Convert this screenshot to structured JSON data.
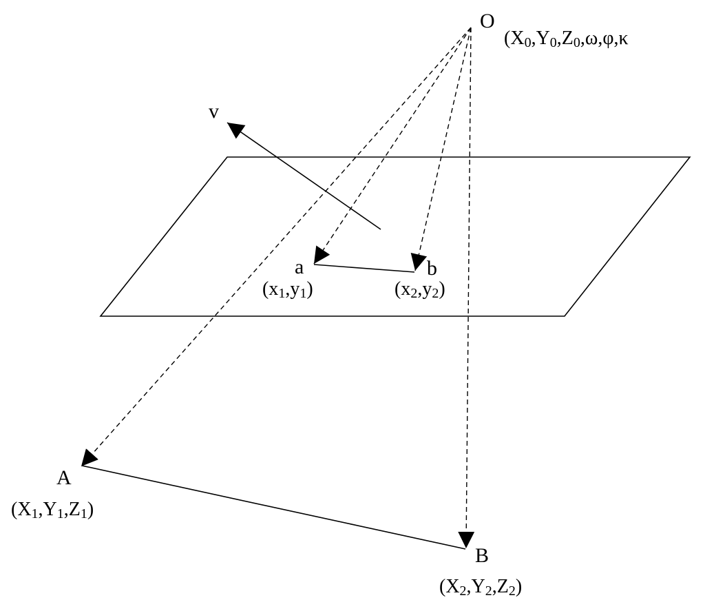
{
  "diagram": {
    "points": {
      "O": {
        "name": "O",
        "params": [
          "X",
          "0",
          ",Y",
          "0",
          ",Z",
          "0",
          ",ω,φ,κ"
        ]
      },
      "v": {
        "name": "v"
      },
      "a": {
        "name": "a",
        "coords": [
          "(x",
          "1",
          ",y",
          "1",
          ")"
        ]
      },
      "b": {
        "name": "b",
        "coords": [
          "(x",
          "2",
          ",y",
          "2",
          ")"
        ]
      },
      "A": {
        "name": "A",
        "coords": [
          "(X",
          "1",
          ",Y",
          "1",
          ",Z",
          "1",
          ")"
        ]
      },
      "B": {
        "name": "B",
        "coords": [
          "(X",
          "2",
          ",Y",
          "2",
          ",Z",
          "2",
          ")"
        ]
      }
    }
  }
}
